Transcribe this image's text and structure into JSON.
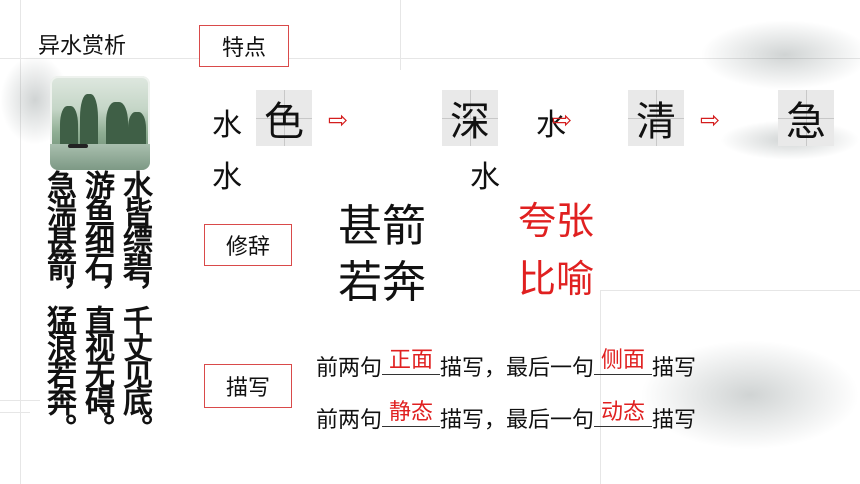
{
  "title": "异水赏析",
  "labels": {
    "feature": "特点",
    "rhetoric": "修辞",
    "description": "描写"
  },
  "poem_columns": [
    "水皆缥碧，千丈见底。",
    "游鱼细石，直视无碍。",
    "急湍甚箭，猛浪若奔。"
  ],
  "features": {
    "water1_top": "水",
    "water1_bottom": "水",
    "color_char": "色",
    "deep_char": "深",
    "water2_top": "水",
    "water2_bottom": "水",
    "clear_char": "清",
    "fast_char": "急",
    "arrow": "⇨"
  },
  "rhetoric": {
    "phrase1": "甚箭",
    "phrase2": "若奔",
    "device1": "夸张",
    "device2": "比喻"
  },
  "description": {
    "line1_a": "前两句",
    "line1_blank": "正面",
    "line1_b": "描写，最后一句",
    "line1_blank2": "侧面",
    "line1_c": "描写",
    "line2_a": "前两句",
    "line2_blank": "静态",
    "line2_b": "描写，最后一句",
    "line2_blank2": "动态",
    "line2_c": "描写"
  },
  "colors": {
    "accent_red": "#e02020",
    "box_border": "#d94a4a",
    "grid_bg": "#e9e9e9"
  }
}
